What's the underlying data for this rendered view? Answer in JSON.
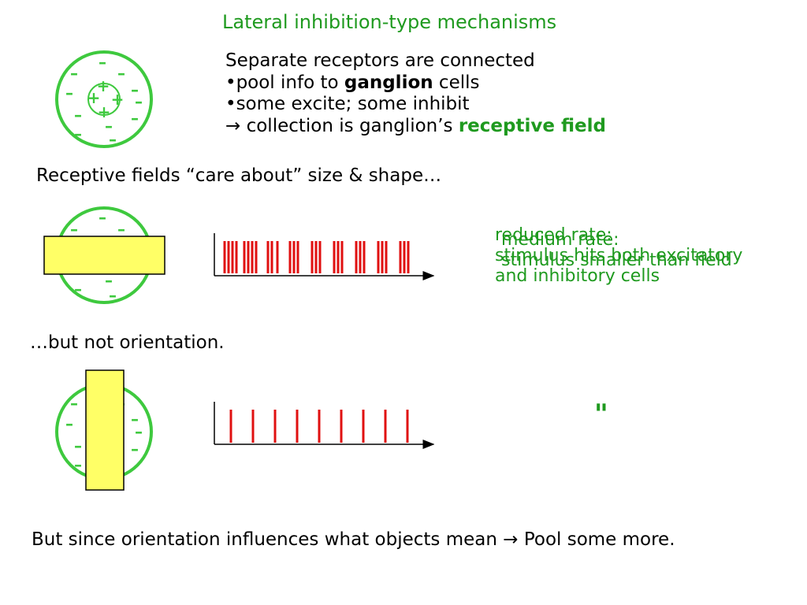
{
  "title": "Lateral inhibition-type mechanisms",
  "intro": {
    "line1": "Separate receptors are connected",
    "line2_prefix": "•pool info to ",
    "line2_bold": "ganglion",
    "line2_suffix": " cells",
    "line3": "•some excite; some inhibit",
    "line4_arrow": "→",
    "line4_text": " collection is ganglion’s ",
    "line4_green": "receptive field"
  },
  "subtitle_size": "Receptive fields “care about” size & shape…",
  "notes_overlap": {
    "a_line1": "reduced rate:",
    "a_line2": "stimulus hits both excitatory",
    "a_line3": "and inhibitory cells",
    "b_line1": "medium rate:",
    "b_line2": "stimulus smaller than field"
  },
  "subtitle_orientation": "…but not orientation.",
  "ditto": "\"",
  "footer": "But since orientation influences what objects mean → Pool some more.",
  "colors": {
    "green_text": "#1f9a1f",
    "circle_green": "#3ec93e",
    "spike_red": "#e01010",
    "stimulus_yellow": "#ffff66"
  },
  "icons": [
    "plus-sign",
    "minus-sign",
    "right-arrow"
  ]
}
